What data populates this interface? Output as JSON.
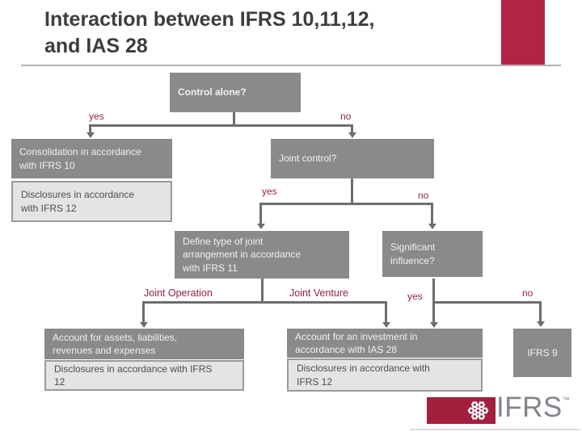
{
  "title": {
    "line1": "Interaction between IFRS 10,11,12,",
    "line2": "and IAS 28"
  },
  "flowchart": {
    "control_alone": "Control alone?",
    "consolidation": "Consolidation in accordance\nwith IFRS 10",
    "disclosures_left": "Disclosures in accordance\nwith IFRS 12",
    "joint_control": "Joint control?",
    "define_type": "Define type of joint\narrangement in accordance\nwith IFRS 11",
    "significant_influence": "Significant\ninfluence?",
    "account_assets": "Account for assets, liabilities,\nrevenues and expenses",
    "disclosures_bottom_left": "Disclosures in accordance with IFRS\n12",
    "account_investment": "Account for an investment in\naccordance with IAS 28",
    "disclosures_bottom_right": "Disclosures in accordance with\nIFRS 12",
    "ifrs9": "IFRS 9",
    "labels": {
      "yes1": "yes",
      "no1": "no",
      "yes2": "yes",
      "no2": "no",
      "joint_operation": "Joint Operation",
      "joint_venture": "Joint Venture",
      "yes3": "yes",
      "no3": "no"
    }
  },
  "logo": {
    "text": "IFRS",
    "trademark": "™",
    "icon": "hexagon-flower-icon"
  },
  "colors": {
    "box_gray": "#8a8a8a",
    "box_text": "#f1f1f1",
    "light_box_bg": "#e4e4e4",
    "light_box_border": "#9a9a9a",
    "light_box_text": "#4d4d4d",
    "connector": "#6d6d6d",
    "label_maroon": "#8e2344",
    "title_text": "#3d3d3d",
    "divider": "#b3b3b3",
    "accent_bar": "#b22345",
    "logo_red": "#a41e3d",
    "logo_text": "#84848e"
  }
}
